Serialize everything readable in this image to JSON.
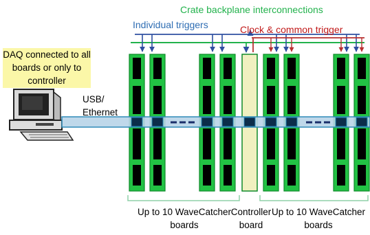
{
  "labels": {
    "crate": "Crate backplane interconnections",
    "individual_triggers": "Individual triggers",
    "clock_trigger": "Clock & common trigger",
    "daq": "DAQ connected to all boards or only to controller",
    "usb": "USB/ Ethernet",
    "left_group": "Up to 10 WaveCatcher boards",
    "controller": "Controller board",
    "right_group": "Up to  10 WaveCatcher boards"
  },
  "colors": {
    "board_fill": "#22c244",
    "board_edge": "#0e8a2a",
    "slot": "#000000",
    "controller_fill": "#f0f0c0",
    "bus_fill": "#b8d4e8",
    "bus_edge": "#2e8ab8",
    "crate_line": "#22b24c",
    "indiv_line": "#2e4fa0",
    "clock_line": "#b83030",
    "daq_bg": "#fbf7a8",
    "bracket": "#8fd0a8"
  },
  "icons": [
    "computer-icon"
  ]
}
